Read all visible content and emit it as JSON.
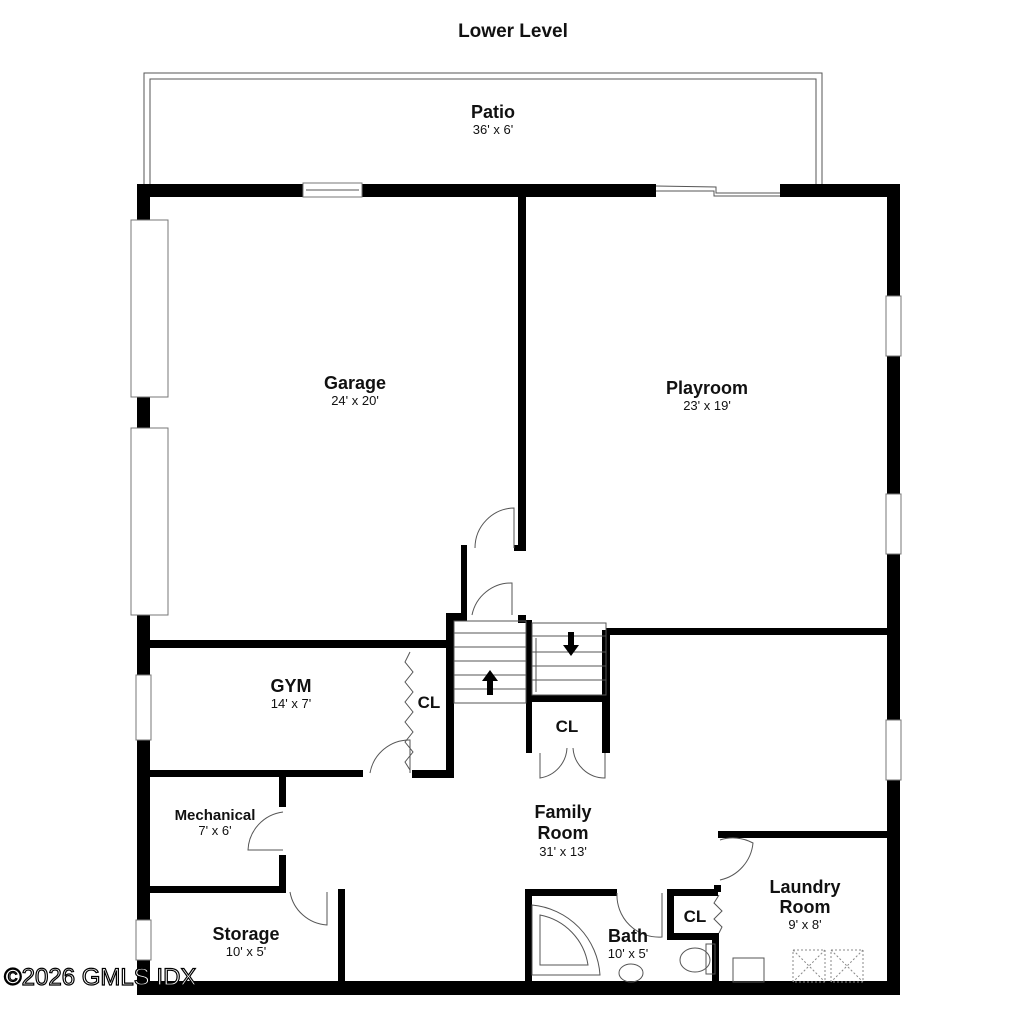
{
  "title": "Lower Level",
  "watermark": "©2026 GMLS IDX",
  "rooms": {
    "patio": {
      "name": "Patio",
      "dims": "36' x 6'"
    },
    "garage": {
      "name": "Garage",
      "dims": "24' x 20'"
    },
    "playroom": {
      "name": "Playroom",
      "dims": "23' x 19'"
    },
    "gym": {
      "name": "GYM",
      "dims": "14' x 7'"
    },
    "mechanical": {
      "name": "Mechanical",
      "dims": "7' x 6'"
    },
    "storage": {
      "name": "Storage",
      "dims": "10' x 5'"
    },
    "family": {
      "name_line1": "Family",
      "name_line2": "Room",
      "dims": "31' x 13'"
    },
    "bath": {
      "name": "Bath",
      "dims": "10' x 5'"
    },
    "laundry": {
      "name_line1": "Laundry",
      "name_line2": "Room",
      "dims": "9' x 8'"
    }
  },
  "closets": {
    "gym_closet": "CL",
    "stair_closet": "CL",
    "bath_closet": "CL"
  },
  "stairs": {
    "up_direction": "up",
    "down_direction": "down"
  }
}
